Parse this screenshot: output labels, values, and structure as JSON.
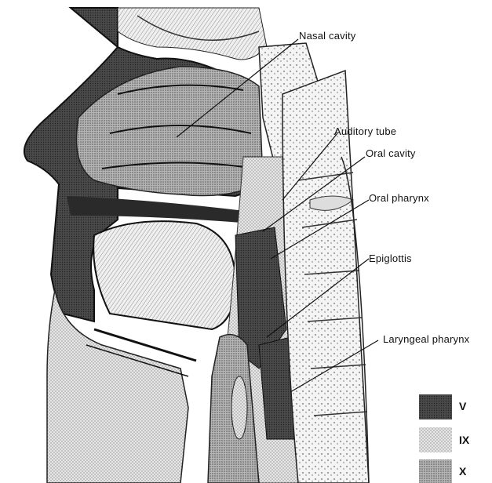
{
  "labels": {
    "nasal_cavity": "Nasal cavity",
    "auditory_tube": "Auditory tube",
    "oral_cavity": "Oral cavity",
    "oral_pharynx": "Oral pharynx",
    "epiglottis": "Epiglottis",
    "laryngeal_pharynx": "Laryngeal pharynx"
  },
  "legend": [
    {
      "symbol": "V",
      "shade": "#3a3a3a"
    },
    {
      "symbol": "IX",
      "shade": "#cfcfcf"
    },
    {
      "symbol": "X",
      "shade": "#9a9a9a"
    }
  ]
}
